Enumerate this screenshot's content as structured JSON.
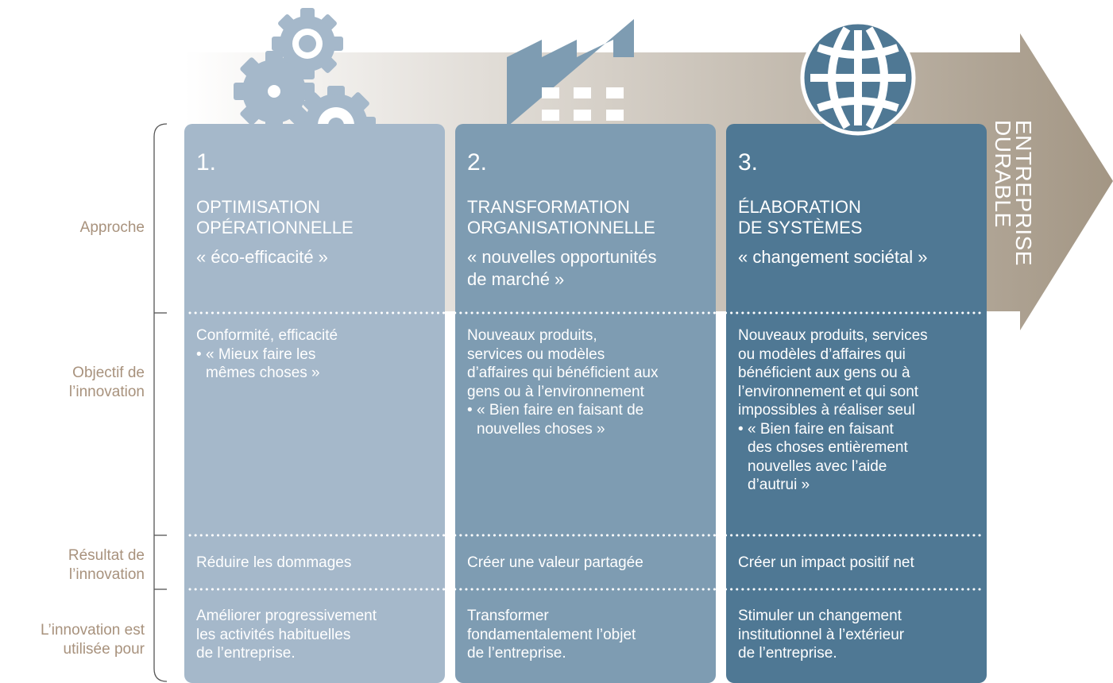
{
  "banner": {
    "line1": "ENTREPRISE",
    "line2": "DURABLE"
  },
  "row_labels": {
    "approach": "Approche",
    "objective": [
      "Objectif de",
      "l’innovation"
    ],
    "result": [
      "Résultat de",
      "l’innovation"
    ],
    "usage": [
      "L’innovation est",
      "utilisée pour"
    ]
  },
  "columns": [
    {
      "number": "1.",
      "title": [
        "OPTIMISATION",
        "OPÉRATIONNELLE"
      ],
      "tagline": [
        "« éco-efficacité »"
      ],
      "objective": [
        "Conformité, efficacité"
      ],
      "objective_bullet": [
        "« Mieux faire les",
        "mêmes choses »"
      ],
      "result": "Réduire les dommages",
      "usage": [
        "Améliorer progressivement",
        "les activités habituelles",
        "de l’entreprise."
      ],
      "color": "#a5b8ca",
      "icon": "gears-icon"
    },
    {
      "number": "2.",
      "title": [
        "TRANSFORMATION",
        "ORGANISATIONNELLE"
      ],
      "tagline": [
        "« nouvelles opportunités",
        "de marché »"
      ],
      "objective": [
        "Nouveaux produits,",
        "services ou modèles",
        "d’affaires qui bénéficient aux",
        "gens ou à l’environnement"
      ],
      "objective_bullet": [
        "« Bien faire en faisant de",
        "nouvelles choses »"
      ],
      "result": "Créer une valeur partagée",
      "usage": [
        "Transformer",
        "fondamentalement l’objet",
        "de l’entreprise."
      ],
      "color": "#7e9cb2",
      "icon": "factory-icon"
    },
    {
      "number": "3.",
      "title": [
        "ÉLABORATION",
        "DE SYSTÈMES"
      ],
      "tagline": [
        "« changement sociétal »"
      ],
      "objective": [
        "Nouveaux produits, services",
        "ou modèles d’affaires qui",
        "bénéficient aux gens ou à",
        "l’environnement et qui sont",
        "impossibles à réaliser seul"
      ],
      "objective_bullet": [
        "« Bien faire en faisant",
        "des choses entièrement",
        "nouvelles avec l’aide",
        "d’autrui »"
      ],
      "result": "Créer un impact positif net",
      "usage": [
        "Stimuler un changement",
        "institutionnel à l’extérieur",
        "de l’entreprise."
      ],
      "color": "#4f7894",
      "icon": "globe-icon"
    }
  ],
  "colors": {
    "label": "#a8927d",
    "arrow_start": "#ffffff",
    "arrow_end": "#a39684",
    "bracket": "#555555"
  }
}
